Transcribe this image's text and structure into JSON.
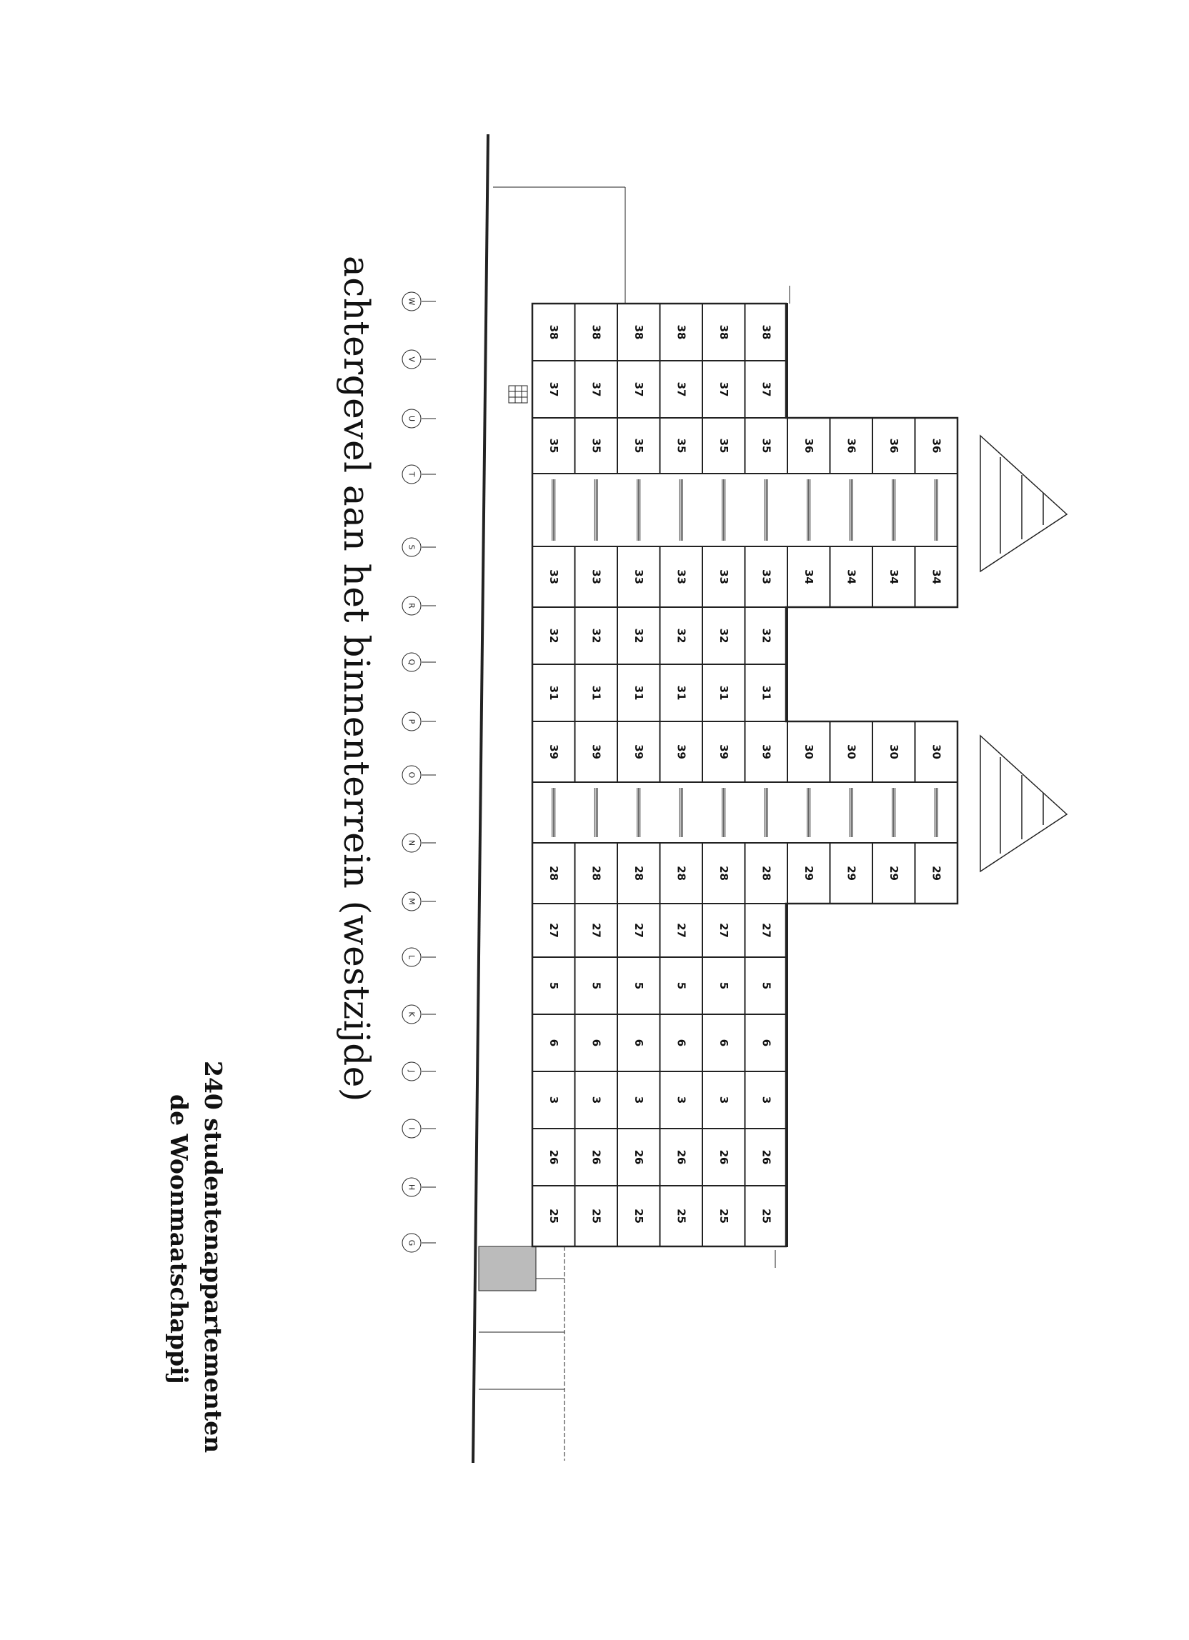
{
  "title": "achtergevel aan het binnenterrein (westzijde)",
  "caption_line1": "240 studentenappartementen",
  "caption_line2": "de Woonmaatschappij",
  "column_rows": [
    [
      "38",
      "37",
      "35",
      "",
      "33",
      "32",
      "31",
      "39",
      "",
      "28",
      "27",
      "5",
      "6",
      "3",
      "26",
      "25"
    ],
    [
      "38",
      "37",
      "35",
      "",
      "33",
      "32",
      "31",
      "39",
      "",
      "28",
      "27",
      "5",
      "6",
      "3",
      "26",
      "25"
    ],
    [
      "38",
      "37",
      "35",
      "",
      "33",
      "32",
      "31",
      "39",
      "",
      "28",
      "27",
      "5",
      "6",
      "3",
      "26",
      "25"
    ],
    [
      "38",
      "37",
      "35",
      "",
      "33",
      "32",
      "31",
      "39",
      "",
      "28",
      "27",
      "5",
      "6",
      "3",
      "26",
      "25"
    ],
    [
      "38",
      "37",
      "35",
      "",
      "33",
      "32",
      "31",
      "39",
      "",
      "28",
      "27",
      "5",
      "6",
      "3",
      "26",
      "25"
    ],
    [
      "38",
      "37",
      "35",
      "",
      "33",
      "32",
      "31",
      "39",
      "",
      "28",
      "27",
      "5",
      "6",
      "3",
      "26",
      "25"
    ],
    [
      "",
      "",
      "36",
      "",
      "34",
      "",
      "",
      "30",
      "",
      "29",
      "",
      "",
      "",
      "",
      "",
      ""
    ],
    [
      "",
      "",
      "36",
      "",
      "34",
      "",
      "",
      "30",
      "",
      "29",
      "",
      "",
      "",
      "",
      "",
      ""
    ],
    [
      "",
      "",
      "36",
      "",
      "34",
      "",
      "",
      "30",
      "",
      "29",
      "",
      "",
      "",
      "",
      "",
      ""
    ],
    [
      "",
      "",
      "36",
      "",
      "34",
      "",
      "",
      "30",
      "",
      "29",
      "",
      "",
      "",
      "",
      "",
      ""
    ]
  ],
  "grid_axis_labels": [
    "W",
    "V",
    "U",
    "T",
    "S",
    "R",
    "Q",
    "P",
    "O",
    "N",
    "M",
    "L",
    "K",
    "J",
    "I",
    "H",
    "G"
  ]
}
